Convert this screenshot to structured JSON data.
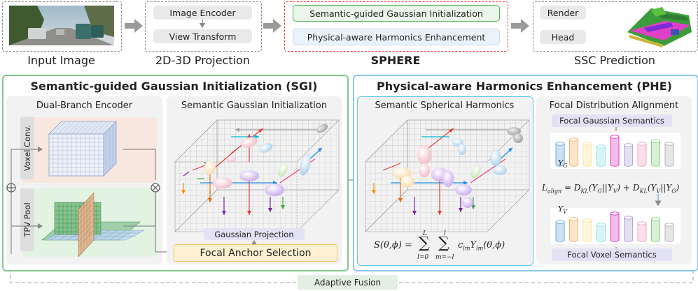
{
  "top": {
    "input_caption": "Input Image",
    "proj_caption": "2D-3D Projection",
    "proj_items": [
      "Image Encoder",
      "View Transform"
    ],
    "sphere_caption": "SPHERE",
    "sphere_items": [
      "Semantic-guided Gaussian Initialization",
      "Physical-aware Harmonics Enhancement"
    ],
    "ssc_caption": "SSC Prediction",
    "ssc_items": [
      "Render",
      "Head"
    ]
  },
  "sgi": {
    "title": "Semantic-guided Gaussian Initialization (SGI)",
    "encoder_title": "Dual-Branch Encoder",
    "voxel_label": "Voxel Conv.",
    "tpv_label": "TPV Pool",
    "sgi_title": "Semantic Gaussian Initialization",
    "gaussian_projection": "Gaussian Projection",
    "focal_anchor": "Focal Anchor Selection"
  },
  "phe": {
    "title": "Physical-aware Harmonics Enhancement (PHE)",
    "ssh_title": "Semantic Spherical Harmonics",
    "fda_title": "Focal Distribution Alignment",
    "focal_gaussian": "Focal Gaussian Semantics",
    "focal_voxel": "Focal Voxel Semantics"
  },
  "adaptive_fusion": "Adaptive Fusion",
  "colors": {
    "sgi_border": "#82c98a",
    "phe_border": "#8cc8ee",
    "sphere_border": "#e53935",
    "focal_fill": "#fdf1d2",
    "lavender": "#e3e2f5"
  }
}
